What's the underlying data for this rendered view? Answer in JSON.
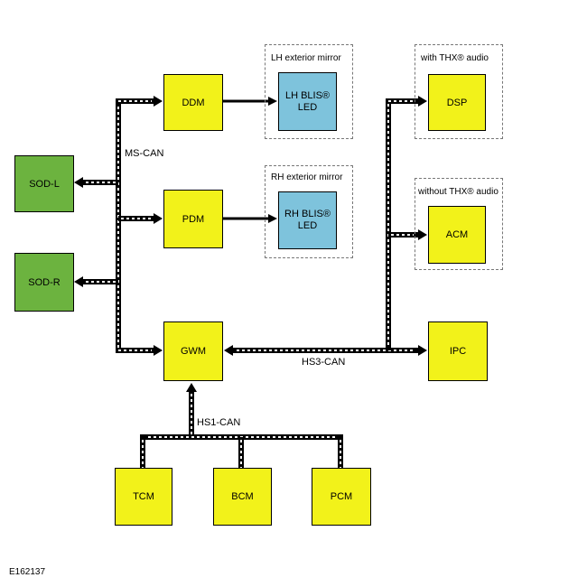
{
  "groups": {
    "lh_mirror": "LH exterior mirror",
    "rh_mirror": "RH exterior mirror",
    "with_thx": "with THX® audio",
    "without_thx": "without THX® audio"
  },
  "modules": {
    "ddm": "DDM",
    "pdm": "PDM",
    "gwm": "GWM",
    "sod_l": "SOD-L",
    "sod_r": "SOD-R",
    "lh_blis_1": "LH BLIS®",
    "lh_blis_2": "LED",
    "rh_blis_1": "RH BLIS®",
    "rh_blis_2": "LED",
    "dsp": "DSP",
    "acm": "ACM",
    "ipc": "IPC",
    "tcm": "TCM",
    "bcm": "BCM",
    "pcm": "PCM"
  },
  "buses": {
    "ms_can": "MS-CAN",
    "hs3_can": "HS3-CAN",
    "hs1_can": "HS1-CAN"
  },
  "figure_id": "E162137",
  "colors": {
    "module_yellow": "#f2f21a",
    "sod_green": "#6cb33f",
    "led_blue": "#7ec3dc"
  }
}
